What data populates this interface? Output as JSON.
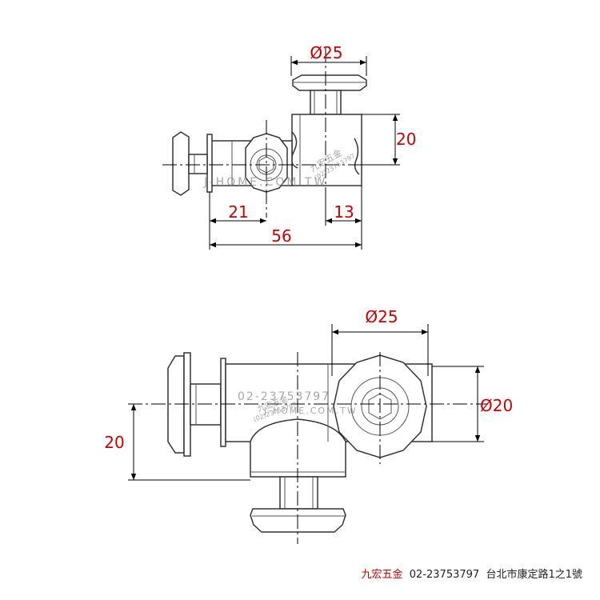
{
  "top_view": {
    "dim_diameter": "Ø25",
    "dim_height": "20",
    "dim_left": "21",
    "dim_right": "13",
    "dim_total": "56"
  },
  "bottom_view": {
    "dim_diameter_top": "Ø25",
    "dim_diameter_right": "Ø20",
    "dim_height": "20"
  },
  "watermark": {
    "site": "J-HOME.COM.TW",
    "phone": "02-23753797",
    "phone_paren": "(02)23753797",
    "name": "九宏五金"
  },
  "footer": {
    "brand": "九宏五金",
    "phone": "02-23753797",
    "address": "台北市康定路1之1號"
  }
}
